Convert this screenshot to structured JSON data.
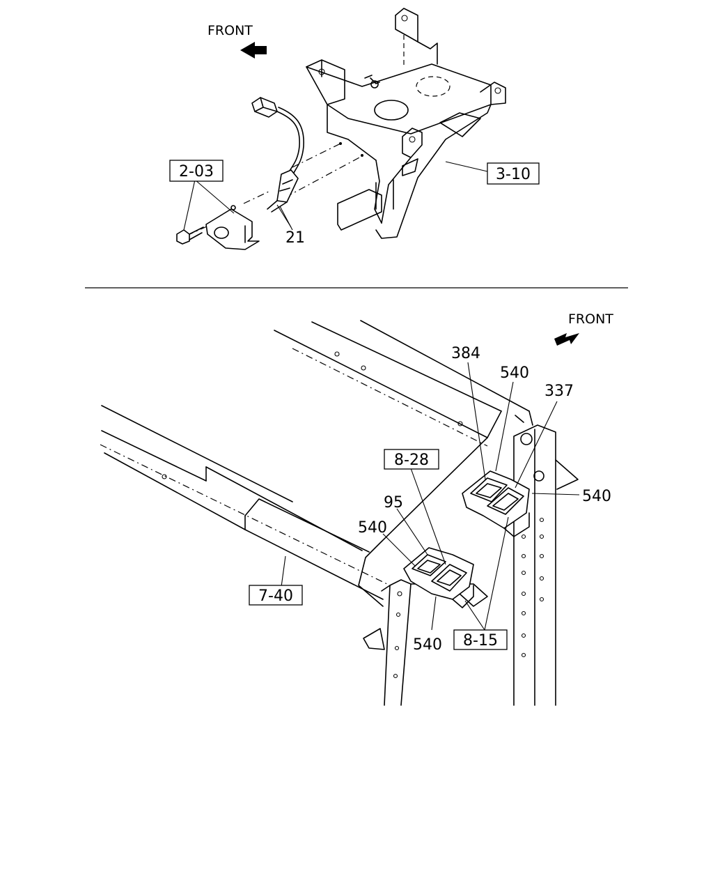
{
  "top_diagram": {
    "front_label": "FRONT",
    "callouts": {
      "c1": "2-03",
      "c2": "3-10",
      "c3": "21"
    }
  },
  "bottom_diagram": {
    "front_label": "FRONT",
    "callouts": {
      "c384": "384",
      "c540a": "540",
      "c337": "337",
      "c828": "8-28",
      "c540b": "540",
      "c95": "95",
      "c540c": "540",
      "c740": "7-40",
      "c540d": "540",
      "c815": "8-15"
    }
  }
}
